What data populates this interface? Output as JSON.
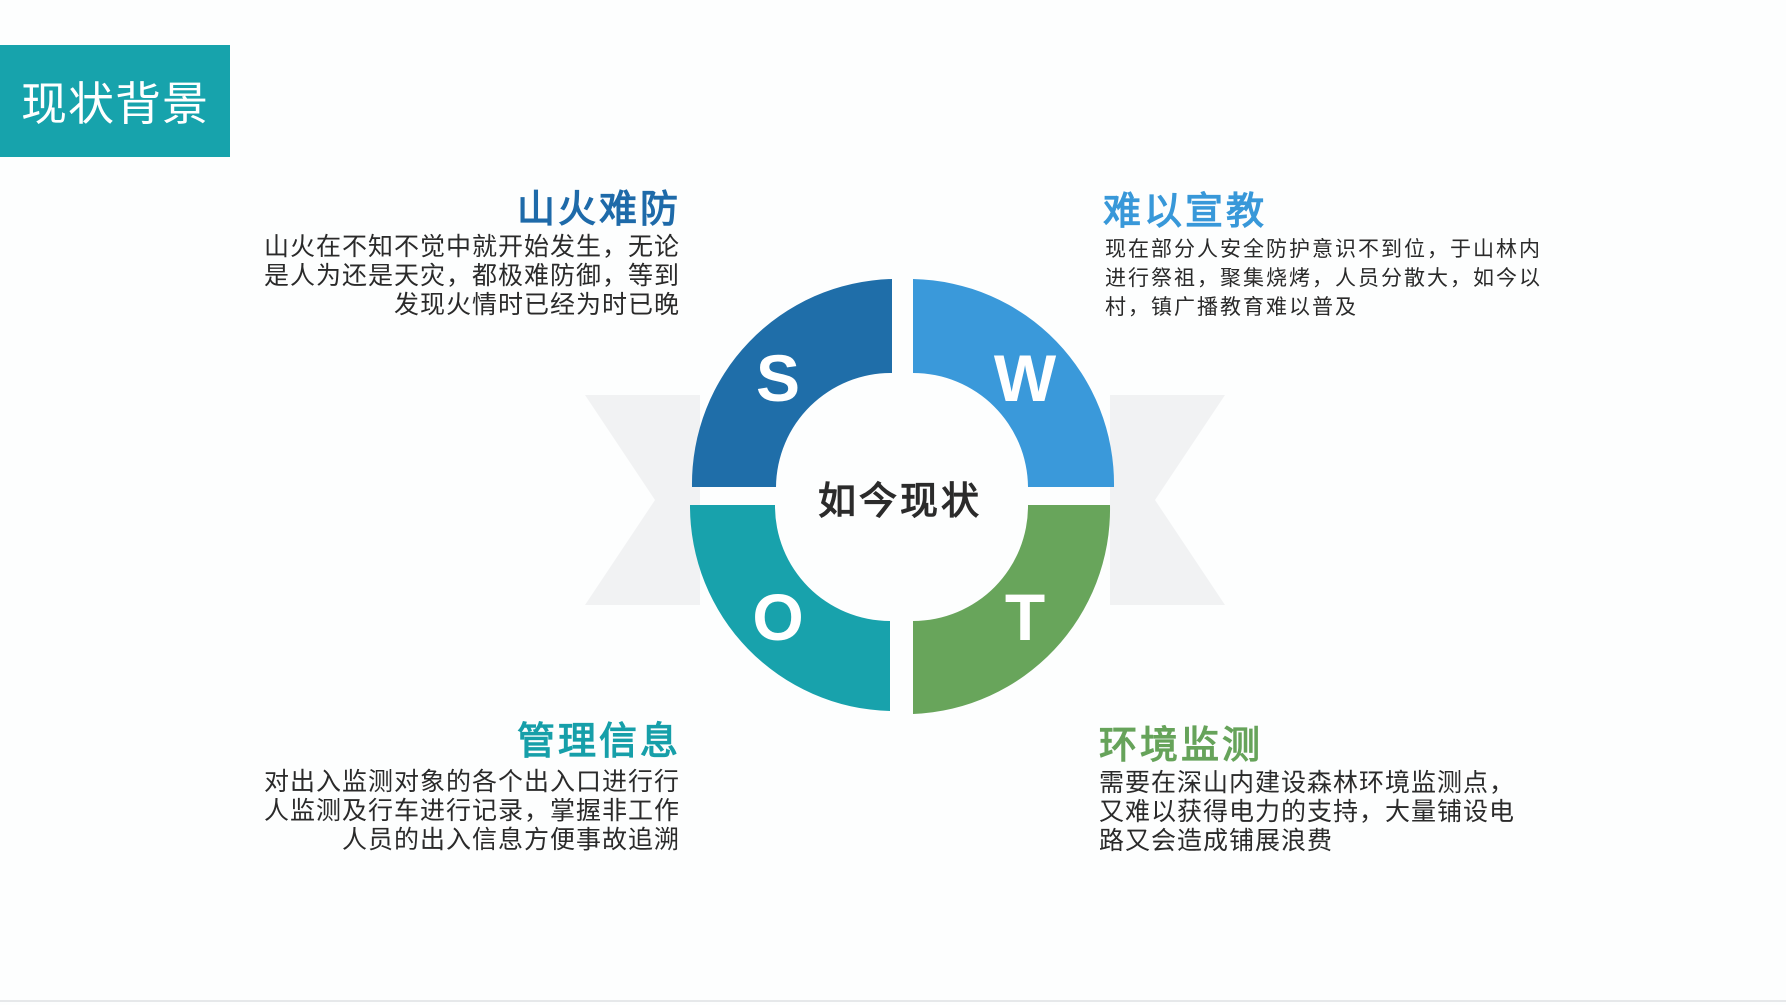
{
  "slide": {
    "title": "现状背景",
    "center_label": "如今现状"
  },
  "quadrants": [
    {
      "letter": "S",
      "heading": "山火难防",
      "lines": [
        "山火在不知不觉中就开始发生，无论",
        "是人为还是天灾，都极难防御，等到",
        "发现火情时已经为时已晚"
      ],
      "color": "#1f6ea9"
    },
    {
      "letter": "W",
      "heading": "难以宣教",
      "lines": [
        "现在部分人安全防护意识不到位，于山林内",
        "进行祭祖，聚集烧烤，人员分散大，如今以",
        "村，镇广播教育难以普及"
      ],
      "color": "#3a99da"
    },
    {
      "letter": "O",
      "heading": "管理信息",
      "lines": [
        "对出入监测对象的各个出入口进行行",
        "人监测及行车进行记录，掌握非工作",
        "人员的出入信息方便事故追溯"
      ],
      "color": "#18a2ac"
    },
    {
      "letter": "T",
      "heading": "环境监测",
      "lines": [
        "需要在深山内建设森林环境监测点，",
        "又难以获得电力的支持，大量铺设电",
        "路又会造成铺展浪费"
      ],
      "color": "#68a55b"
    }
  ],
  "colors": {
    "title_badge": "#17a3ac",
    "decor_band": "#f1f2f3"
  }
}
